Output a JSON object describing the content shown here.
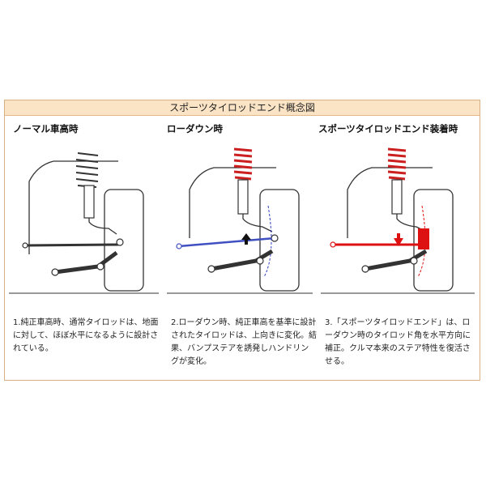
{
  "title": "スポーツタイロッドエンド概念図",
  "panels": [
    {
      "heading": "ノーマル車高時",
      "caption": "1.純正車高時、通常タイロッドは、地面に対して、ほぼ水平になるように設計されている。"
    },
    {
      "heading": "ローダウン時",
      "caption": "2.ローダウン時、純正車高を基準に設計されたタイロッドは、上向きに変化。結果、バンプステアを誘発しハンドリングが変化。"
    },
    {
      "heading": "スポーツタイロッドエンド装着時",
      "caption": "3.「スポーツタイロッドエンド」は、ローダウン時のタイロッド角を水平方向に補正。クルマ本来のステア特性を復活させる。"
    }
  ],
  "colors": {
    "spring_normal": "#333333",
    "spring_lowered": "#cc2020",
    "arrow_blue": "#3040c0",
    "highlight_red": "#dd1111",
    "title_bg": "#fbe4c5"
  }
}
